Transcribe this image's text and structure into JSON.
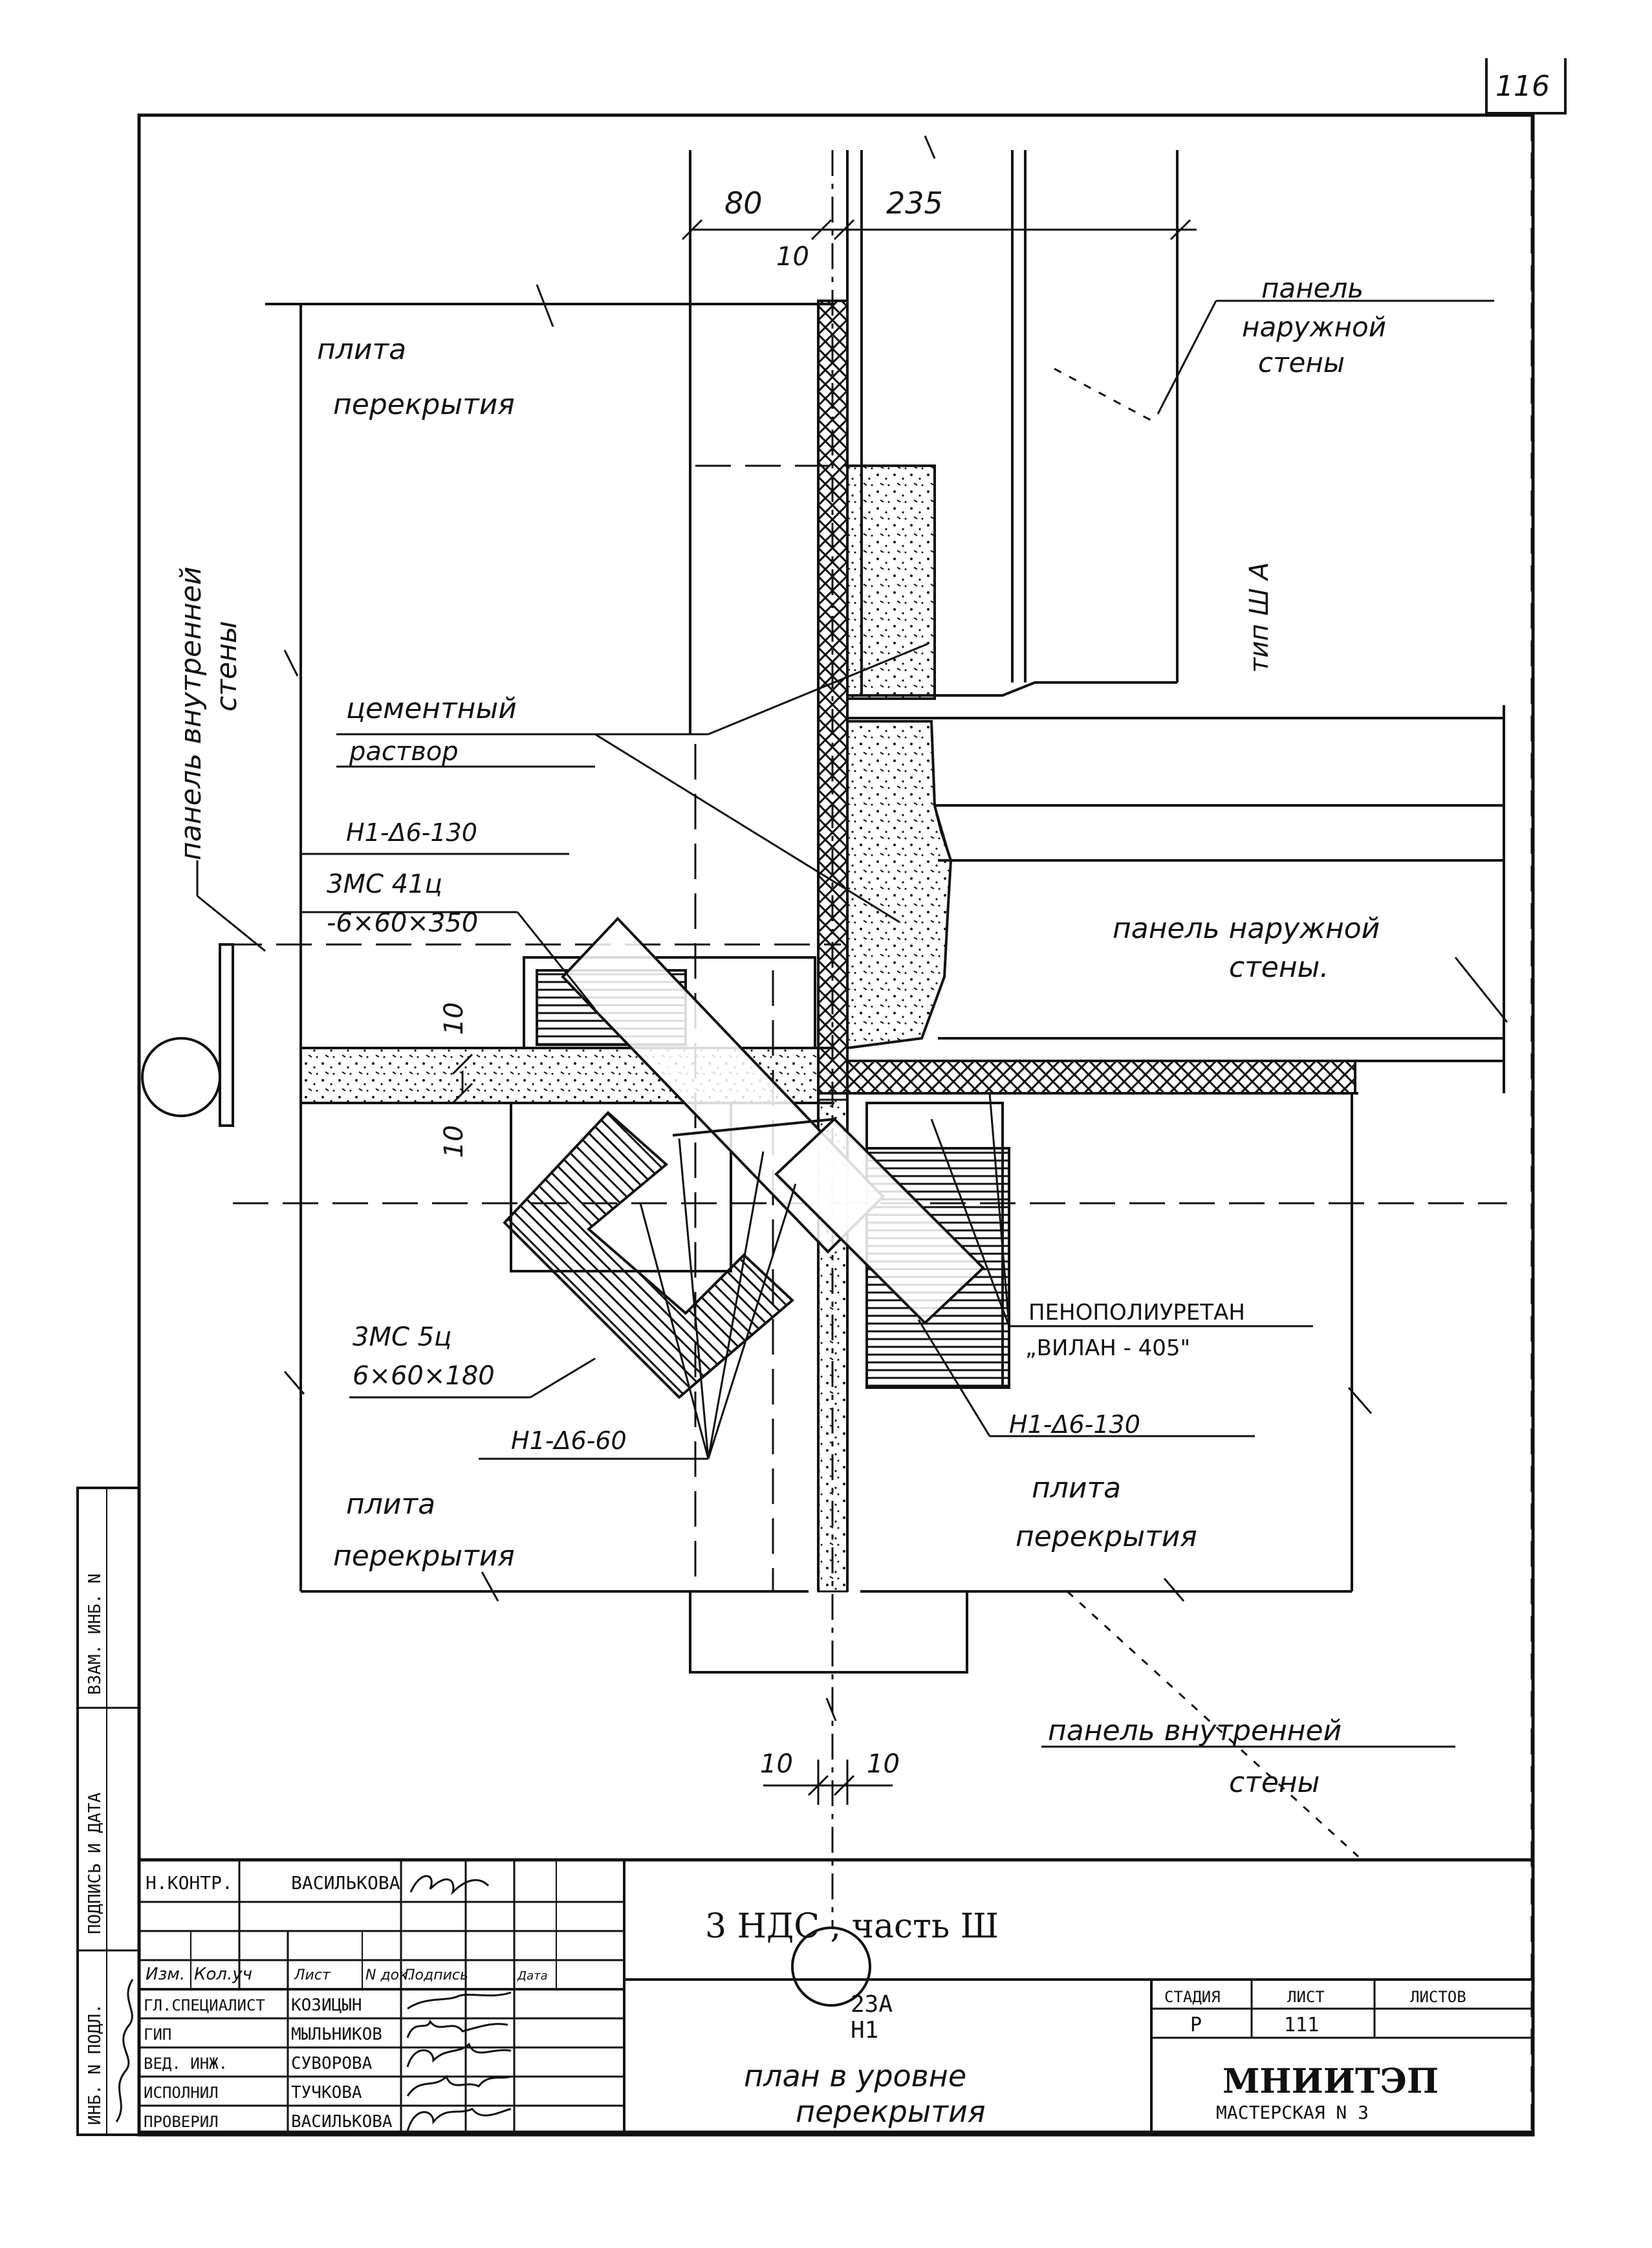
{
  "sheet": {
    "page_number": "116"
  },
  "labels": {
    "outer_panel_top": [
      "панель",
      "наружной",
      "стены"
    ],
    "slab_top_left": [
      "плита",
      "перекрытия"
    ],
    "inner_panel_left": [
      "панель внутренней",
      "стены"
    ],
    "type_mark": "тип Ш А",
    "cement_mortar": [
      "цементный",
      "раствор"
    ],
    "anchor_h1_130_left": "Н1-Δ6-130",
    "plate_3mc41": [
      "3МС 41ц",
      "-6×60×350"
    ],
    "outer_panel_right": [
      "панель наружной",
      "стены."
    ],
    "plate_3mc5": [
      "3МС 5ц",
      "6×60×180"
    ],
    "anchor_h1_60": "Н1-Δ6-60",
    "foam": [
      "ПЕНОПОЛИУРЕТАН",
      "„ВИЛАН - 405\""
    ],
    "anchor_h1_130_right": "Н1-Δ6-130",
    "slab_bottom_left": [
      "плита",
      "перекрытия"
    ],
    "slab_bottom_right": [
      "плита",
      "перекрытия"
    ],
    "inner_panel_bottom": [
      "панель внутренней",
      "стены"
    ]
  },
  "dimensions": {
    "top_80": "80",
    "top_235": "235",
    "top_10": "10",
    "left_10_upper": "10",
    "left_10_lower": "10",
    "bottom_10_left": "10",
    "bottom_10_right": "10"
  },
  "side_stamp": {
    "cells": [
      "ВЗАМ. ИНБ. N",
      "ПОДПИСЬ И ДАТА",
      "ИНБ. N ПОДЛ."
    ]
  },
  "title_block": {
    "norm_control_role": "Н.КОНТР.",
    "norm_control_name": "ВАСИЛЬКОВА",
    "header_cells": [
      "Изм.",
      "Кол.уч",
      "Лист",
      "N док.",
      "Подпись",
      "Дата"
    ],
    "rows": [
      {
        "role": "ГЛ.СПЕЦИАЛИСТ",
        "name": "КОЗИЦЫН"
      },
      {
        "role": "ГИП",
        "name": "МЫЛЬНИКОВ"
      },
      {
        "role": "ВЕД. ИНЖ.",
        "name": "СУВОРОВА"
      },
      {
        "role": "ИСПОЛНИЛ",
        "name": "ТУЧКОВА"
      },
      {
        "role": "ПРОВЕРИЛ",
        "name": "ВАСИЛЬКОВА"
      }
    ],
    "project_title": "3 НДС , часть Ш",
    "drawing_code": "23А",
    "drawing_subcode": "Н1",
    "drawing_name": [
      "план в уровне",
      "перекрытия"
    ],
    "stage_label": "СТАДИЯ",
    "sheet_label": "ЛИСТ",
    "sheets_label": "ЛИСТОВ",
    "stage_value": "Р",
    "sheet_value": "111",
    "org_name": "МНИИТЭП",
    "org_sub": "МАСТЕРСКАЯ N 3"
  }
}
